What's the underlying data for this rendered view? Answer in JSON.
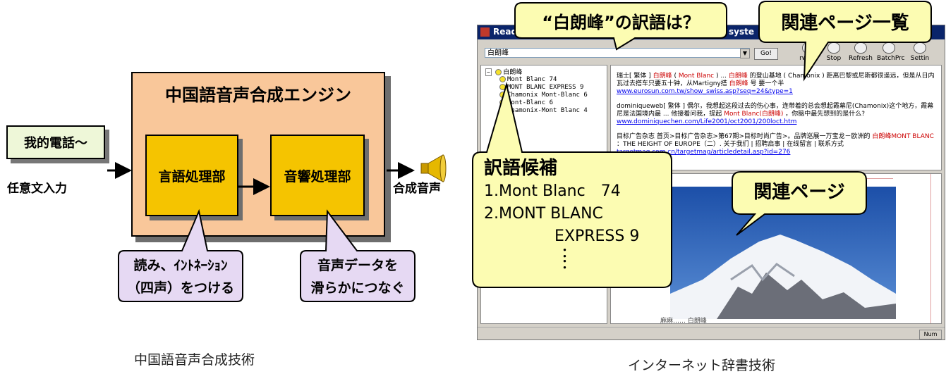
{
  "tts": {
    "engine_title": "中国語音声合成エンジン",
    "unit_language": "言語処理部",
    "unit_acoustic": "音響処理部",
    "input_text": "我的電話～",
    "input_caption": "任意文入力",
    "output_caption": "合成音声",
    "bubble_left_line1": "読み、ｲﾝﾄﾈｰｼｮﾝ",
    "bubble_left_line2": "（四声）をつける",
    "bubble_right_line1": "音声データを",
    "bubble_right_line2": "滑らかにつなぐ",
    "footer": "中国語音声合成技術"
  },
  "browser": {
    "title": "Read",
    "title_right": "syste",
    "address_value": "白朗峰",
    "go_label": "Go!",
    "toolbar": [
      {
        "label": "rward",
        "icon": "forward-icon"
      },
      {
        "label": "Stop",
        "icon": "stop-icon"
      },
      {
        "label": "Refresh",
        "icon": "refresh-icon"
      },
      {
        "label": "BatchPrc",
        "icon": "batch-icon"
      },
      {
        "label": "Settin",
        "icon": "settings-icon"
      }
    ],
    "tree_root": "白朗峰",
    "tree_items": [
      "Mont Blanc 74",
      "MONT BLANC EXPRESS 9",
      "Chamonix Mont-Blanc 6",
      "Mont-Blanc 6",
      "Chamonix-Mont Blanc 4"
    ],
    "results": [
      {
        "text_a": "瑞士[ 繁体 ]",
        "hl_a": "白朗峰",
        "text_b": "(",
        "hl_b": "Mont Blanc",
        "text_c": ") ...",
        "hl_c": "白朗峰",
        "text_d": "的登山基地",
        "text_e": "( Chamonix ) 距离巴黎或尼斯都很遥远，但是从日内瓦过去搭车只要五十钟，从Martigny搭",
        "hl_d": "白朗峰",
        "text_f": "号",
        "text_g": "要一个半",
        "link": "www.eurosun.com.tw/show_swiss.asp?seq=24&type=1"
      },
      {
        "text_a": "dominiqueweb[ 繁体 ] 偶尔，我想起这段过去的伤心事，连带着的总会想起霞幕尼(Chamonix)这个地方，霞幕尼是法国境内最 ... 他接着问我，提起",
        "hl_a": "Mont Blanc(白朗峰)",
        "text_b": "，你脑中最先想到的是什么?",
        "link": "www.dominiquechen.com/Life2001/oct2001/200loct.htm"
      },
      {
        "text_a": "目标广告杂志 首页>目标广告杂志>第67期>目标时尚广告>。品牌巡展一万宝龙－欧洲的",
        "hl_a": "白朗峰MONT BLANC",
        "text_b": "：THE HEIGHT OF EUROPE（二）. 关于我们 | 招聘启事 | 在线留言 | 联系方式",
        "link": "targetmag.com.cn/targetmag/articledetail.asp?id=276"
      }
    ],
    "preview_bottom_text": "麻麻…… 白朗峰",
    "status_num": "Num",
    "footer": "インターネット辞書技術"
  },
  "callouts": {
    "question": "“白朗峰”の訳語は？",
    "pages_list": "関連ページ一覧",
    "candidates_title": "訳語候補",
    "candidates": [
      "1.Mont Blanc　74",
      "2.MONT BLANC",
      "EXPRESS 9",
      "：",
      "："
    ],
    "page": "関連ページ"
  },
  "colors": {
    "engine_fill": "#f9c79a",
    "unit_fill": "#f5c400",
    "bubble_fill": "#e6d9f3",
    "callout_fill": "#fcfcb2",
    "input_fill": "#eef7d8"
  }
}
